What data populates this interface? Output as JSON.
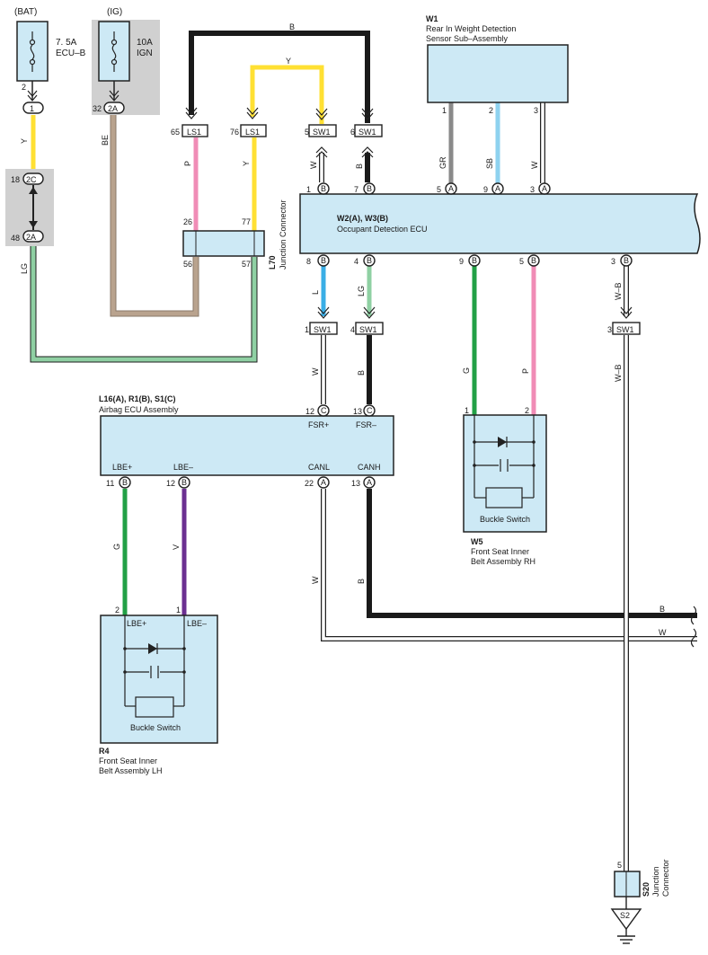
{
  "colors": {
    "B": "#1a1a1a",
    "Y": "#ffe033",
    "P": "#f08cb6",
    "BE": "#b9a38e",
    "LG": "#8fd0a3",
    "GR": "#8a8a8a",
    "SB": "#8ed2ef",
    "L": "#3aaee6",
    "G": "#22a046",
    "V": "#6b2f91",
    "W": "#ffffff",
    "box": "#cde9f5",
    "fuse_bg": "#d0d0d0"
  },
  "fuses": {
    "bat": {
      "source": "(BAT)",
      "rating": "7. 5A",
      "name": "ECU–B",
      "pin": "2",
      "connector": "1"
    },
    "ig": {
      "source": "(IG)",
      "rating": "10A",
      "name": "IGN",
      "pin": "32",
      "connector": "2A"
    }
  },
  "joint": {
    "pin_top": "18",
    "conn_top": "2C",
    "pin_bottom": "48",
    "conn_bottom": "2A"
  },
  "wire_labels": {
    "y_left": "Y",
    "lg_left": "LG",
    "be": "BE",
    "b_top": "B",
    "y_top": "Y",
    "p": "P",
    "y_mid": "Y",
    "w_sw1": "W",
    "b_sw1": "B",
    "gr": "GR",
    "sb": "SB",
    "w_w1": "W",
    "l": "L",
    "lg": "LG",
    "wb": "W–B",
    "w_lower": "W",
    "b_lower": "B",
    "g_w5": "G",
    "p_w5": "P",
    "g_r4": "G",
    "v_r4": "V",
    "w_canl": "W",
    "b_canh": "B",
    "b_right": "B",
    "w_right": "W",
    "wb_lower": "W–B"
  },
  "w1": {
    "id": "W1",
    "name": "Rear In Weight Detection",
    "name2": "Sensor Sub–Assembly",
    "pins": [
      "1",
      "2",
      "3"
    ]
  },
  "ecu": {
    "id": "W2(A), W3(B)",
    "name": "Occupant Detection ECU",
    "top_pins": [
      {
        "n": "1",
        "c": "B"
      },
      {
        "n": "7",
        "c": "B"
      },
      {
        "n": "5",
        "c": "A"
      },
      {
        "n": "9",
        "c": "A"
      },
      {
        "n": "3",
        "c": "A"
      }
    ],
    "bottom_pins": [
      {
        "n": "8",
        "c": "B"
      },
      {
        "n": "4",
        "c": "B"
      },
      {
        "n": "9",
        "c": "B"
      },
      {
        "n": "5",
        "c": "B"
      },
      {
        "n": "3",
        "c": "B"
      }
    ]
  },
  "ls1": {
    "label": "LS1",
    "pin_a": "65",
    "pin_b": "76"
  },
  "sw1_top": {
    "label": "SW1",
    "pin_a": "5",
    "pin_b": "6"
  },
  "sw1_bottom": {
    "label": "SW1",
    "pin_a": "1",
    "pin_b": "4",
    "pin_c": "3"
  },
  "l70": {
    "id": "L70",
    "name": "Junction Connector",
    "pins": [
      "26",
      "77",
      "56",
      "57"
    ]
  },
  "airbag": {
    "id": "L16(A), R1(B), S1(C)",
    "name": "Airbag ECU Assembly",
    "top_pins": [
      {
        "n": "12",
        "c": "C"
      },
      {
        "n": "13",
        "c": "C"
      }
    ],
    "top_labels": [
      "FSR+",
      "FSR–"
    ],
    "bottom_labels": [
      "LBE+",
      "LBE–",
      "CANL",
      "CANH"
    ],
    "bottom_pins": [
      {
        "n": "11",
        "c": "B"
      },
      {
        "n": "12",
        "c": "B"
      },
      {
        "n": "22",
        "c": "A"
      },
      {
        "n": "13",
        "c": "A"
      }
    ]
  },
  "w5": {
    "id": "W5",
    "name": "Front Seat Inner",
    "name2": "Belt Assembly RH",
    "pins": [
      "1",
      "2"
    ],
    "switch": "Buckle Switch"
  },
  "r4": {
    "id": "R4",
    "name": "Front Seat Inner",
    "name2": "Belt Assembly LH",
    "pins": [
      "2",
      "1"
    ],
    "pin_labels": [
      "LBE+",
      "LBE–"
    ],
    "switch": "Buckle Switch"
  },
  "s20": {
    "id": "S20",
    "name": "Junction",
    "name2": "Connector",
    "pin": "5",
    "ground": "S2"
  }
}
